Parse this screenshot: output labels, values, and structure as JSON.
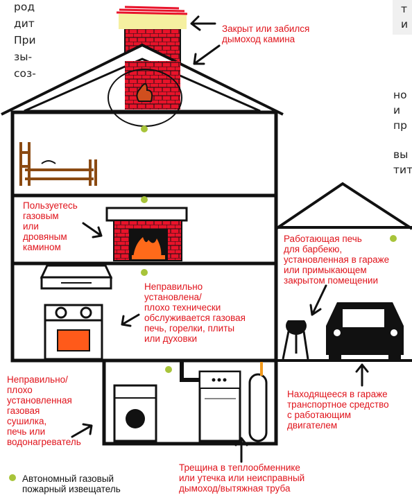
{
  "side_text_left": [
    "род",
    "дит",
    "При",
    "зы-",
    "соз-"
  ],
  "side_text_right_top": [
    "т",
    "и"
  ],
  "side_text_right": [
    "но",
    "и",
    "пр",
    "вы",
    "тит"
  ],
  "labels": {
    "chimney": [
      "Закрыт или забился",
      "дымоход камина"
    ],
    "fireplace": [
      "Пользуетесь",
      "газовым",
      "или",
      "дровяным",
      "камином"
    ],
    "stove": [
      "Неправильно",
      "установлена/",
      "плохо технически",
      "обслуживается газовая",
      "печь, горелки, плиты",
      "или духовки"
    ],
    "bbq": [
      "Работающая печь",
      "для барбекю,",
      "установленная в гараже",
      "или примыкающем",
      "закрытом помещении"
    ],
    "dryer": [
      "Неправильно/",
      "плохо",
      "установленная",
      "газовая",
      "сушилка,",
      "печь или",
      "водонагреватель"
    ],
    "car": [
      "Находящееся в гараже",
      "транспортное средство",
      "с работающим",
      "двигателем"
    ],
    "furnace": [
      "Трещина в теплообменнике",
      "или утечка или неисправный",
      "дымоход/вытяжная труба"
    ]
  },
  "legend": {
    "text": [
      "Автономный газовый",
      "пожарный извещатель"
    ]
  },
  "colors": {
    "label_red": "#e0131b",
    "detector": "#a8c43a",
    "brick": "#e8132a",
    "cap": "#f5f0a0",
    "flame": "#ff6a1a",
    "oven_window": "#ff5a1a"
  }
}
